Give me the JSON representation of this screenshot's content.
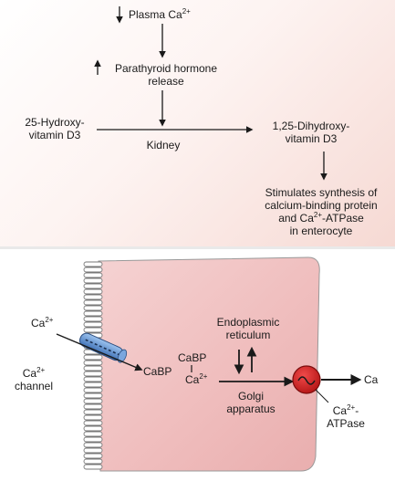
{
  "pathway": {
    "plasma_ca": "Plasma Ca",
    "plasma_ca_sup": "2+",
    "pth_line1": "Parathyroid hormone",
    "pth_line2": "release",
    "precursor_line1": "25-Hydroxy-",
    "precursor_line2": "vitamin D3",
    "kidney": "Kidney",
    "product_line1": "1,25-Dihydroxy-",
    "product_line2": "vitamin D3",
    "effect_line1": "Stimulates synthesis of",
    "effect_line2": "calcium-binding protein",
    "effect_line3_pre": "and Ca",
    "effect_line3_sup": "2+",
    "effect_line3_post": "-ATPase",
    "effect_line4": "in enterocyte"
  },
  "cell": {
    "ca_in": "Ca",
    "ca_in_sup": "2+",
    "channel_line1": "Ca",
    "channel_line1_sup": "2+",
    "channel_line2": "channel",
    "cabp": "CaBP",
    "cabp_complex": "CaBP",
    "ca_free": "Ca",
    "ca_free_sup": "2+",
    "er_line1": "Endoplasmic",
    "er_line2": "reticulum",
    "golgi_line1": "Golgi",
    "golgi_line2": "apparatus",
    "ca_out": "Ca",
    "atpase_line1_pre": "Ca",
    "atpase_line1_sup": "2+",
    "atpase_line1_post": "-",
    "atpase_line2": "ATPase"
  },
  "colors": {
    "cell_fill": "#f2c4c4",
    "pump_red": "#d62828",
    "channel_blue": "#5b8fd4"
  }
}
